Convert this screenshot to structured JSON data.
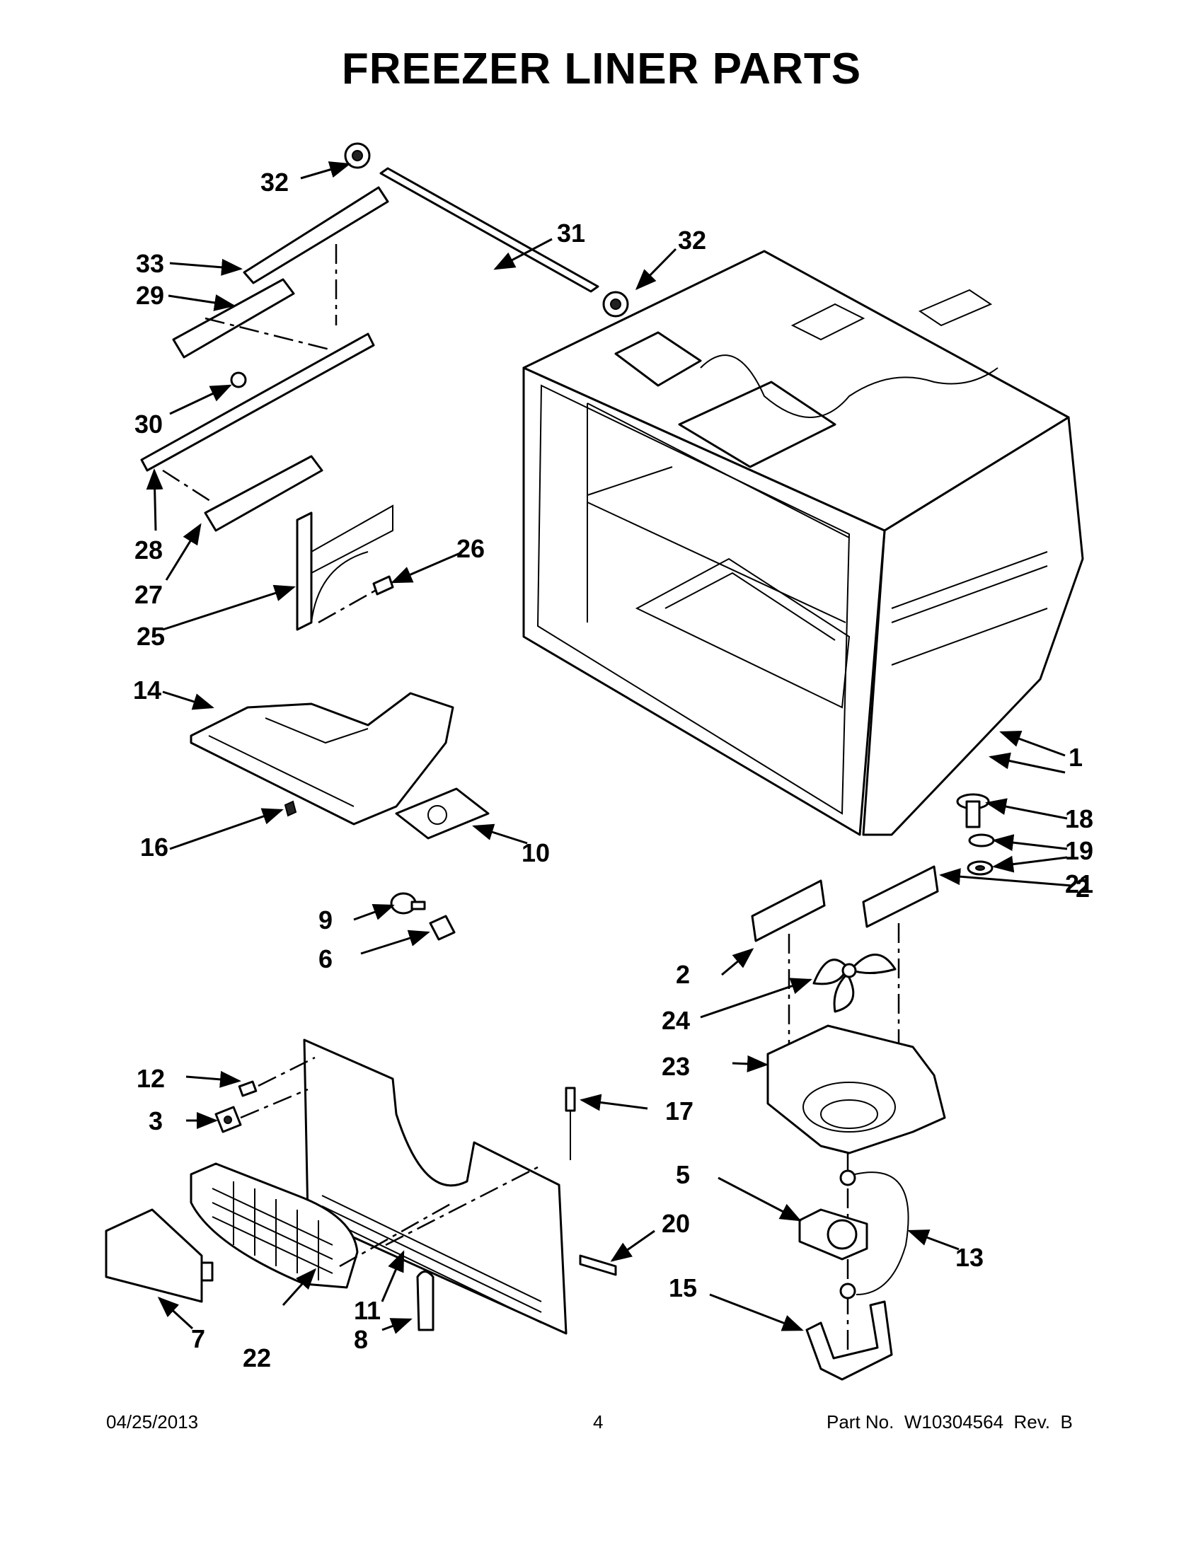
{
  "title": "FREEZER LINER PARTS",
  "footer": {
    "date": "04/25/2013",
    "page": "4",
    "part_no": "Part No.  W10304564  Rev.  B"
  },
  "callouts": {
    "c1": "1",
    "c2a": "2",
    "c2b": "2",
    "c3": "3",
    "c5": "5",
    "c6": "6",
    "c7": "7",
    "c8": "8",
    "c9": "9",
    "c10": "10",
    "c11": "11",
    "c12": "12",
    "c13": "13",
    "c14": "14",
    "c15": "15",
    "c16": "16",
    "c17": "17",
    "c18": "18",
    "c19": "19",
    "c20": "20",
    "c21": "21",
    "c22": "22",
    "c23": "23",
    "c24": "24",
    "c25": "25",
    "c26": "26",
    "c27": "27",
    "c28": "28",
    "c29": "29",
    "c30": "30",
    "c31": "31",
    "c32a": "32",
    "c32b": "32",
    "c33": "33"
  }
}
